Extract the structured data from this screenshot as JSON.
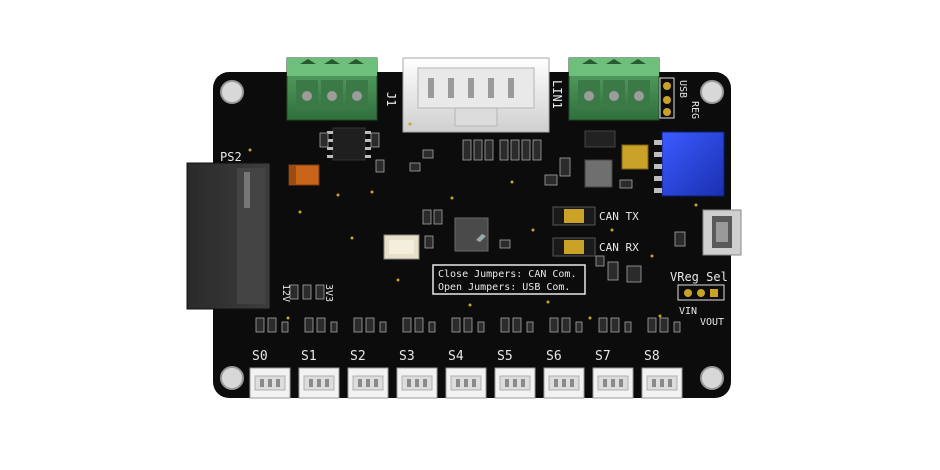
{
  "board": {
    "labels": {
      "ps2": "PS2",
      "j1": "J1",
      "lin1": "LIN1",
      "usb": "USB",
      "reg": "REG",
      "can_tx": "CAN TX",
      "can_rx": "CAN RX",
      "vreg_sel": "VReg Sel",
      "vin": "VIN",
      "vout": "VOUT",
      "v12": "12V",
      "v3v3": "3V3"
    },
    "jumper_note": {
      "line1": "Close Jumpers: CAN Com.",
      "line2": "Open Jumpers: USB Com."
    },
    "servo_ports": [
      "S0",
      "S1",
      "S2",
      "S3",
      "S4",
      "S5",
      "S6",
      "S7",
      "S8"
    ]
  }
}
